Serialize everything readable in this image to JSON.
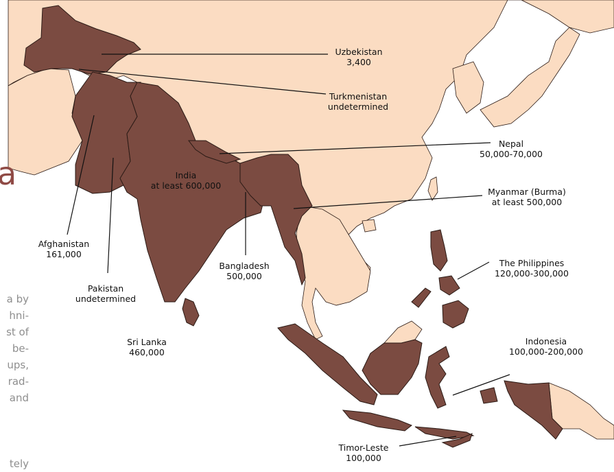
{
  "colors": {
    "affected": "#7b4b41",
    "land": "#fbdcc2",
    "border": "#2a1a15",
    "sea": "#ffffff",
    "heading": "#8f4a45",
    "body_text": "#8e8e8e"
  },
  "heading_fragment": "a",
  "body_fragments": [
    "a by",
    "hni-",
    "st  of",
    "be-",
    "ups,",
    "rad-",
    "and",
    "tely"
  ],
  "countries": [
    {
      "name": "Uzbekistan",
      "value": "3,400"
    },
    {
      "name": "Turkmenistan",
      "value": "undetermined"
    },
    {
      "name": "Nepal",
      "value": "50,000-70,000"
    },
    {
      "name": "India",
      "value": "at least 600,000"
    },
    {
      "name": "Myanmar (Burma)",
      "value": "at least 500,000"
    },
    {
      "name": "Afghanistan",
      "value": "161,000"
    },
    {
      "name": "Bangladesh",
      "value": "500,000"
    },
    {
      "name": "Pakistan",
      "value": "undetermined"
    },
    {
      "name": "The Philippines",
      "value": "120,000-300,000"
    },
    {
      "name": "Sri Lanka",
      "value": "460,000"
    },
    {
      "name": "Indonesia",
      "value": "100,000-200,000"
    },
    {
      "name": "Timor-Leste",
      "value": "100,000"
    }
  ]
}
